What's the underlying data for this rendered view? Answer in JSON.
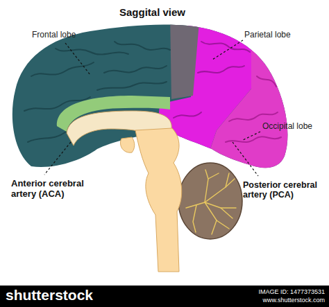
{
  "diagram": {
    "title": "Saggital view",
    "labels": [
      "Frontal lobe",
      "Parietal lobe",
      "Occipital lobe",
      "Anterior cerebral artery (ACA)",
      "Posterior cerebral artery (PCA)",
      "shutterstock",
      "IMAGE ID: 1477373531",
      "www.shutterstock.com"
    ]
  }
}
